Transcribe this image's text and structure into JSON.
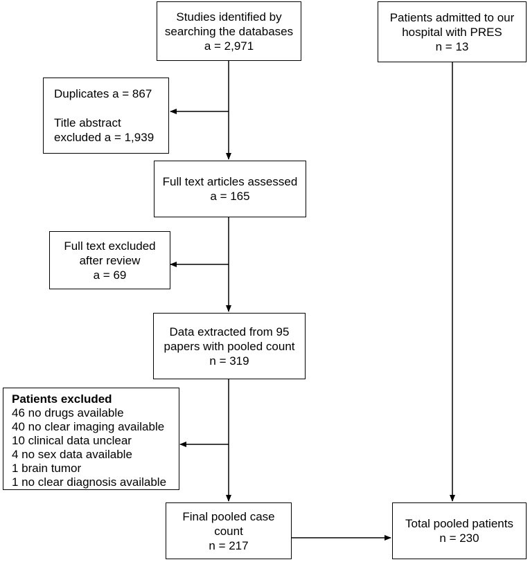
{
  "boxes": {
    "search": {
      "lines": [
        "Studies identified by",
        "searching the databases",
        "a = 2,971"
      ]
    },
    "hospital": {
      "lines": [
        "Patients admitted to our",
        "hospital with PRES",
        "n = 13"
      ]
    },
    "duplicates": {
      "lines": [
        "Duplicates a = 867",
        "Title abstract",
        "excluded a = 1,939"
      ]
    },
    "fulltext": {
      "lines": [
        "Full text articles assessed",
        "a = 165"
      ]
    },
    "fulltext_excluded": {
      "lines": [
        "Full text excluded",
        "after review",
        "a = 69"
      ]
    },
    "extracted": {
      "lines": [
        "Data extracted from 95",
        "papers with pooled count",
        "n = 319"
      ]
    },
    "patients_excluded": {
      "heading": "Patients excluded",
      "items": [
        "46 no drugs available",
        "40 no clear imaging available",
        "10 clinical data unclear",
        "4 no sex data available",
        "1 brain tumor",
        "1 no clear diagnosis available"
      ]
    },
    "final": {
      "lines": [
        "Final pooled case",
        "count",
        "n = 217"
      ]
    },
    "total": {
      "lines": [
        "Total pooled patients",
        "n = 230"
      ]
    }
  }
}
